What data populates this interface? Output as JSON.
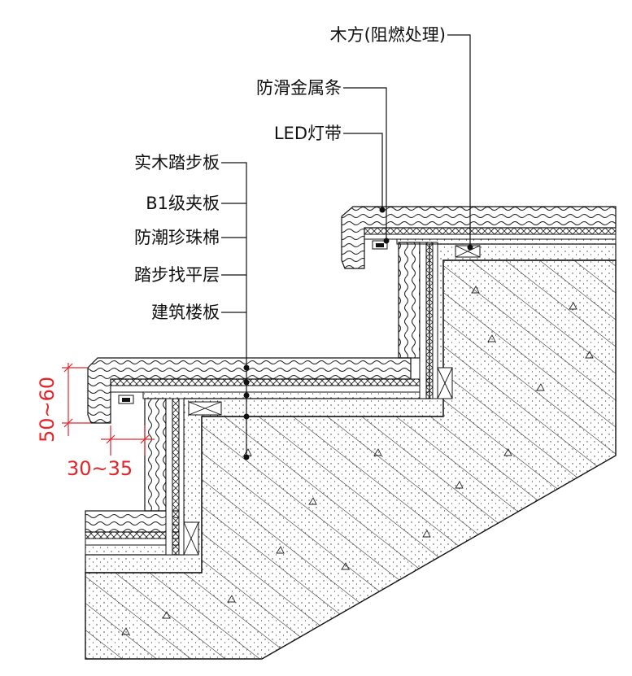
{
  "colors": {
    "line": "#111111",
    "dimension": "#e0262b",
    "background": "#ffffff"
  },
  "callouts_top": {
    "wood_block": "木方(阻燃处理)",
    "anti_slip_strip": "防滑金属条",
    "led_strip": "LED灯带"
  },
  "callouts_layers": {
    "solid_wood_tread": "实木踏步板",
    "b1_plywood": "B1级夹板",
    "moisture_foam": "防潮珍珠棉",
    "leveling_layer": "踏步找平层",
    "floor_slab": "建筑楼板"
  },
  "dimensions": {
    "nosing_height": "50~60",
    "nosing_overhang": "30~35"
  }
}
